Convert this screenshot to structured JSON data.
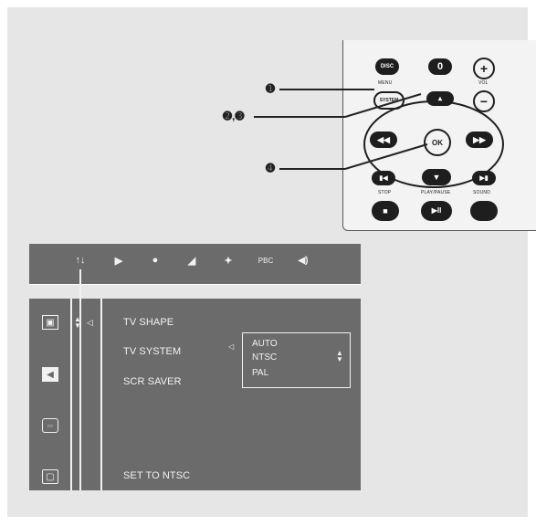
{
  "remote": {
    "buttons": {
      "disc": "DISC",
      "zero": "0",
      "vol_plus": "+",
      "vol_minus": "−",
      "up": "▲",
      "down": "▼",
      "ok": "OK",
      "rew": "◀◀",
      "ffw": "▶▶",
      "prev": "▮◀",
      "next": "▶▮",
      "stop": "■",
      "playpause": "▶II"
    },
    "labels": {
      "menu": "MENU",
      "system": "SYSTEM",
      "vol": "VOL",
      "stop": "STOP",
      "playpause": "PLAY/PAUSE",
      "sound": "SOUND"
    }
  },
  "callouts": {
    "one": "➊",
    "two_three": "➋,➌",
    "four": "➍"
  },
  "osd": {
    "top_icons": [
      {
        "icon": "settings-icon",
        "glyph": "↑↓"
      },
      {
        "icon": "play-icon",
        "glyph": "▶"
      },
      {
        "icon": "zoom-icon",
        "glyph": "●"
      },
      {
        "icon": "angle-icon",
        "glyph": "◢"
      },
      {
        "icon": "program-icon",
        "glyph": "✦"
      },
      {
        "icon": "pbc-icon",
        "glyph": "PBC"
      },
      {
        "icon": "audio-icon",
        "glyph": "◀)"
      }
    ],
    "left_icons": [
      {
        "icon": "tv-icon",
        "glyph": "▣"
      },
      {
        "icon": "speaker-icon",
        "glyph": "◀"
      },
      {
        "icon": "disc-icon",
        "glyph": "▭"
      },
      {
        "icon": "tv-set-icon",
        "glyph": "▢"
      }
    ],
    "menu_items": [
      "TV SHAPE",
      "TV SYSTEM",
      "SCR SAVER"
    ],
    "submenu_options": [
      "AUTO",
      "NTSC",
      "PAL"
    ],
    "status": "SET TO NTSC"
  }
}
